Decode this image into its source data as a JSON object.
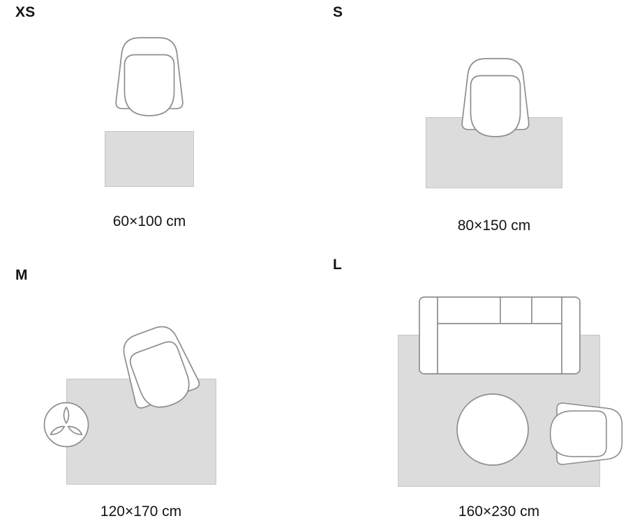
{
  "guide": {
    "options": [
      {
        "code": "XS",
        "dimensions": "60×100 cm"
      },
      {
        "code": "S",
        "dimensions": "80×150 cm"
      },
      {
        "code": "M",
        "dimensions": "120×170 cm"
      },
      {
        "code": "L",
        "dimensions": "160×230 cm"
      }
    ]
  },
  "icons": {
    "armchair": "armchair-top-view-icon",
    "sofa": "sofa-top-view-icon",
    "coffee_table": "round-coffee-table-icon",
    "plant": "potted-plant-top-view-icon",
    "rug": "rug-rectangle-shape"
  },
  "colors": {
    "background": "#ffffff",
    "rug": "#dcdcdc",
    "rug_border": "#c6c6c6",
    "outline": "#8e8e8e",
    "text": "#141414"
  }
}
